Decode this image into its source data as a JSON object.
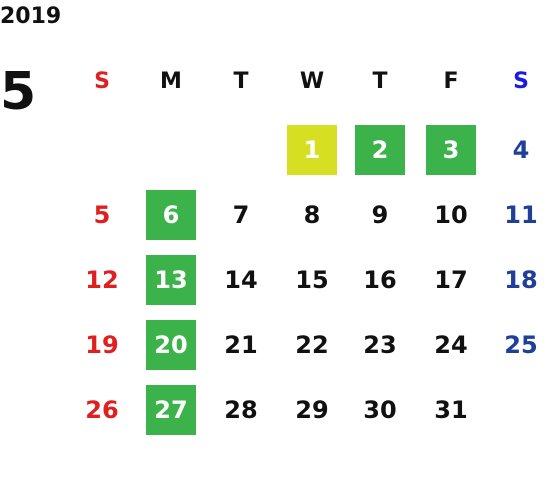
{
  "calendar": {
    "year": "2019",
    "month": "5",
    "weekdays": [
      "S",
      "M",
      "T",
      "W",
      "T",
      "F",
      "S"
    ],
    "weekday_colors": [
      "#e02020",
      "#111111",
      "#111111",
      "#111111",
      "#111111",
      "#111111",
      "#1a1ae6"
    ],
    "colors": {
      "sunday": "#e02020",
      "saturday": "#1f3f99",
      "weekday": "#111111",
      "highlight_green": "#3bb34a",
      "highlight_yellow": "#d7df23",
      "highlight_text": "#ffffff"
    },
    "weeks": [
      [
        null,
        null,
        null,
        {
          "d": "1",
          "hl": "yellow"
        },
        {
          "d": "2",
          "hl": "green"
        },
        {
          "d": "3",
          "hl": "green"
        },
        {
          "d": "4"
        }
      ],
      [
        {
          "d": "5"
        },
        {
          "d": "6",
          "hl": "green"
        },
        {
          "d": "7"
        },
        {
          "d": "8"
        },
        {
          "d": "9"
        },
        {
          "d": "10"
        },
        {
          "d": "11"
        }
      ],
      [
        {
          "d": "12"
        },
        {
          "d": "13",
          "hl": "green"
        },
        {
          "d": "14"
        },
        {
          "d": "15"
        },
        {
          "d": "16"
        },
        {
          "d": "17"
        },
        {
          "d": "18"
        }
      ],
      [
        {
          "d": "19"
        },
        {
          "d": "20",
          "hl": "green"
        },
        {
          "d": "21"
        },
        {
          "d": "22"
        },
        {
          "d": "23"
        },
        {
          "d": "24"
        },
        {
          "d": "25"
        }
      ],
      [
        {
          "d": "26"
        },
        {
          "d": "27",
          "hl": "green"
        },
        {
          "d": "28"
        },
        {
          "d": "29"
        },
        {
          "d": "30"
        },
        {
          "d": "31"
        },
        null
      ]
    ]
  }
}
